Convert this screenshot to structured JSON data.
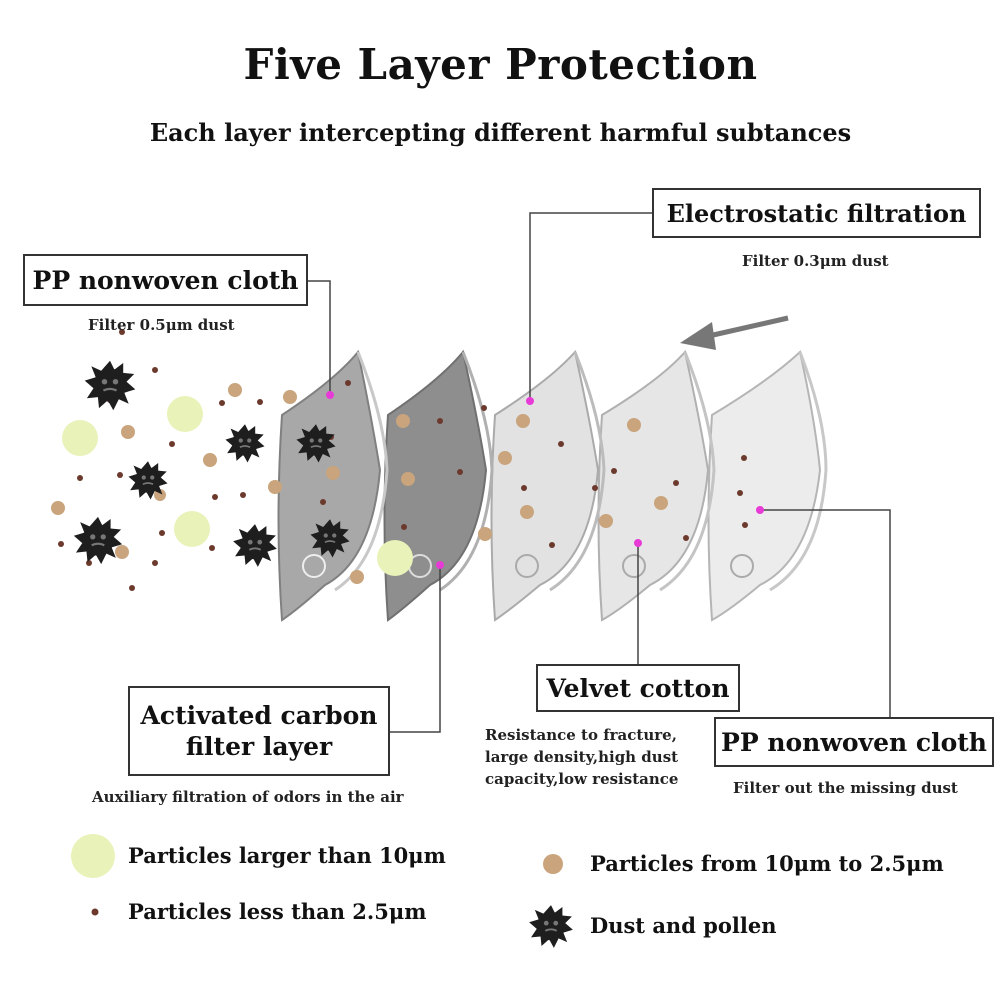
{
  "header": {
    "title": "Five Layer Protection",
    "subtitle": "Each layer intercepting different harmful subtances"
  },
  "layers": {
    "pp_outer": {
      "name": "PP nonwoven cloth",
      "desc": "Filter 0.5μm dust"
    },
    "electrostatic": {
      "name": "Electrostatic filtration",
      "desc": "Filter 0.3μm dust"
    },
    "carbon": {
      "name_line1": "Activated carbon",
      "name_line2": "filter layer",
      "desc": "Auxiliary filtration of odors in the air"
    },
    "velvet": {
      "name": "Velvet cotton",
      "desc_line1": "Resistance to fracture,",
      "desc_line2": "large density,high dust",
      "desc_line3": "capacity,low resistance"
    },
    "pp_inner": {
      "name": "PP nonwoven cloth",
      "desc": "Filter out the missing dust"
    }
  },
  "legend": {
    "large": "Particles larger than 10μm",
    "medium": "Particles from 10μm to 2.5μm",
    "small": "Particles less than 2.5μm",
    "dust": "Dust and pollen"
  },
  "colors": {
    "large_particle": "#e9f2b8",
    "medium_particle": "#c9a47c",
    "small_particle": "#6b3a2c",
    "dust": "#1e1e1e",
    "marker": "#e83ad6"
  }
}
